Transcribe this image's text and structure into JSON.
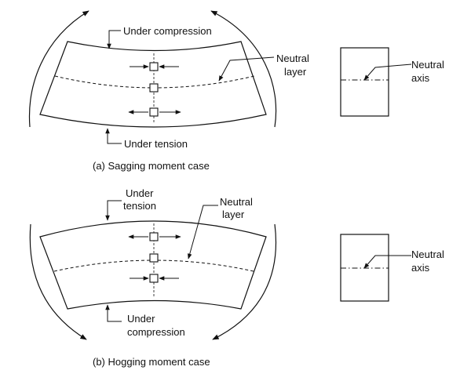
{
  "top": {
    "label_compression": "Under compression",
    "label_neutral_layer": [
      "Neutral",
      "layer"
    ],
    "label_tension": "Under tension",
    "label_neutral_axis": [
      "Neutral",
      "axis"
    ],
    "caption": "(a) Sagging moment case"
  },
  "bottom": {
    "label_tension": [
      "Under",
      "tension"
    ],
    "label_neutral_layer": [
      "Neutral",
      "layer"
    ],
    "label_compression": [
      "Under",
      "compression"
    ],
    "label_neutral_axis": [
      "Neutral",
      "axis"
    ],
    "caption": "(b) Hogging moment case"
  }
}
